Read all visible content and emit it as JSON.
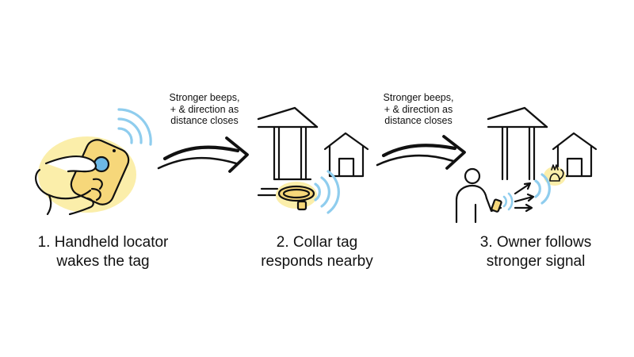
{
  "colors": {
    "ink": "#111111",
    "highlight": "#fbeeaa",
    "device": "#f6d77a",
    "signal": "#8fcdee",
    "button": "#6db8e6"
  },
  "steps": [
    {
      "caption_line1": "1. Handheld locator",
      "caption_line2": "wakes the tag",
      "illustration": "hand-locator-icon"
    },
    {
      "caption_line1": "2. Collar tag",
      "caption_line2": "responds nearby",
      "illustration": "collar-tag-icon"
    },
    {
      "caption_line1": "3. Owner follows",
      "caption_line2": "stronger signal",
      "illustration": "owner-follows-icon"
    }
  ],
  "arrows": [
    {
      "label_line1": "Stronger beeps,",
      "label_line2": "+ & direction as",
      "label_line3": "distance closes"
    },
    {
      "label_line1": "Stronger beeps,",
      "label_line2": "+ & direction as",
      "label_line3": "distance closes"
    }
  ]
}
